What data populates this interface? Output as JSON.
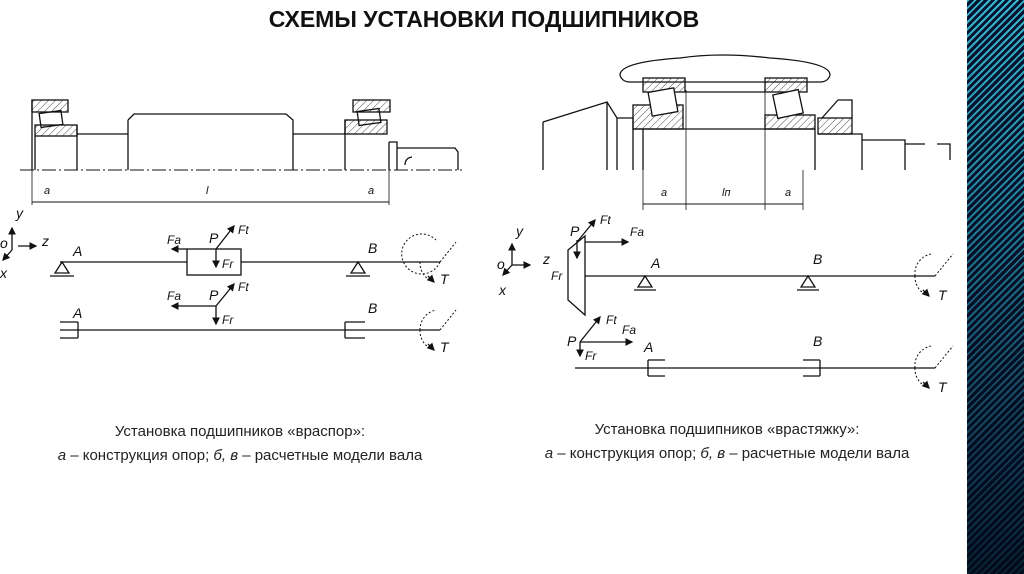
{
  "title": "СХЕМЫ УСТАНОВКИ ПОДШИПНИКОВ",
  "left": {
    "dims": {
      "a1": "a",
      "l": "l",
      "a2": "a"
    },
    "axes": {
      "y": "y",
      "z": "z",
      "o": "o",
      "x": "x"
    },
    "beam1": {
      "A": "A",
      "B": "B",
      "P": "P",
      "Fa": "Fa",
      "Ft": "Ft",
      "Fr": "Fr",
      "T": "T"
    },
    "beam2": {
      "A": "A",
      "B": "B",
      "P": "P",
      "Fa": "Fa",
      "Ft": "Ft",
      "Fr": "Fr",
      "T": "T"
    },
    "caption_line1": "Установка подшипников «враспор»:",
    "caption_a": "а",
    "caption_mid": " – конструкция опор; ",
    "caption_bv": "б, в",
    "caption_end": " – расчетные модели вала"
  },
  "right": {
    "dims": {
      "a1": "a",
      "ln": "lп",
      "a2": "a"
    },
    "axes": {
      "y": "y",
      "z": "z",
      "o": "o",
      "x": "x"
    },
    "beam1": {
      "A": "A",
      "B": "B",
      "P": "P",
      "Fa": "Fa",
      "Ft": "Ft",
      "Fr": "Fr",
      "T": "T"
    },
    "beam2": {
      "A": "A",
      "B": "B",
      "P": "P",
      "Fa": "Fa",
      "Ft": "Ft",
      "Fr": "Fr",
      "T": "T"
    },
    "caption_line1": "Установка подшипников «врастяжку»:",
    "caption_a": "а",
    "caption_mid": " – конструкция опор; ",
    "caption_bv": "б, в",
    "caption_end": " – расчетные модели вала"
  }
}
